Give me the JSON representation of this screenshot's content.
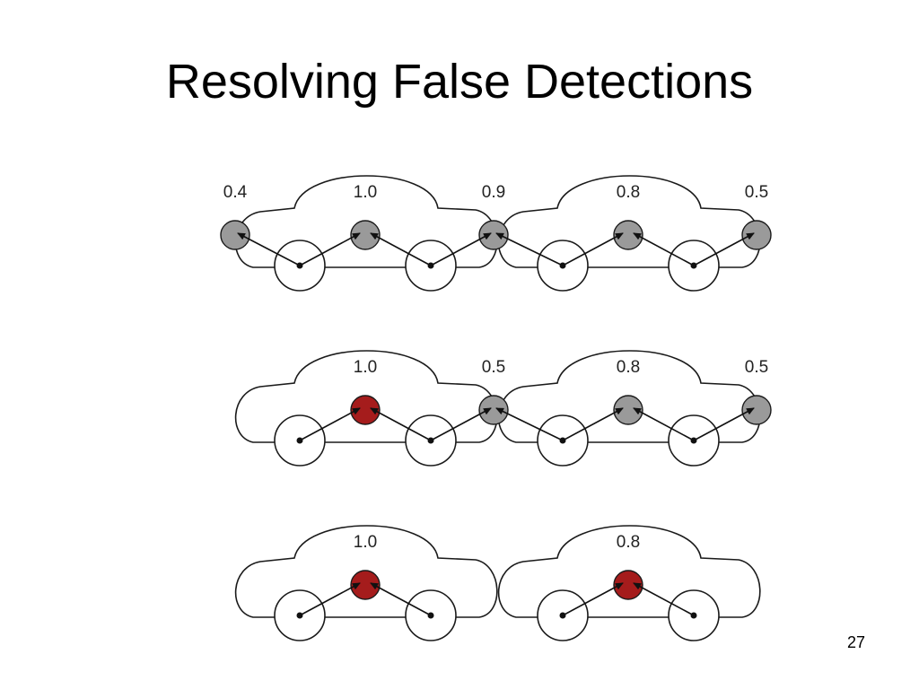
{
  "slide": {
    "title": "Resolving False Detections",
    "page_number": "27"
  },
  "colors": {
    "outline": "#1a1a1a",
    "car_fill": "#ffffff",
    "part_candidate": "#9a9a9a",
    "selected_part": "#a51c1c"
  },
  "diagram": {
    "rows": [
      {
        "cars": [
          {
            "roof_score": "1.0",
            "roof_state": "candidate"
          },
          {
            "roof_score": "0.8",
            "roof_state": "candidate"
          }
        ],
        "junctions": [
          {
            "score": "0.4",
            "state": "candidate"
          },
          {
            "score": "0.9",
            "state": "candidate"
          },
          {
            "score": "0.5",
            "state": "candidate"
          }
        ]
      },
      {
        "cars": [
          {
            "roof_score": "1.0",
            "roof_state": "selected"
          },
          {
            "roof_score": "0.8",
            "roof_state": "candidate"
          }
        ],
        "junctions": [
          {
            "score": "",
            "state": "none"
          },
          {
            "score": "0.5",
            "state": "candidate"
          },
          {
            "score": "0.5",
            "state": "candidate"
          }
        ]
      },
      {
        "cars": [
          {
            "roof_score": "1.0",
            "roof_state": "selected"
          },
          {
            "roof_score": "0.8",
            "roof_state": "selected"
          }
        ],
        "junctions": [
          {
            "score": "",
            "state": "none"
          },
          {
            "score": "",
            "state": "none"
          },
          {
            "score": "",
            "state": "none"
          }
        ]
      }
    ]
  }
}
